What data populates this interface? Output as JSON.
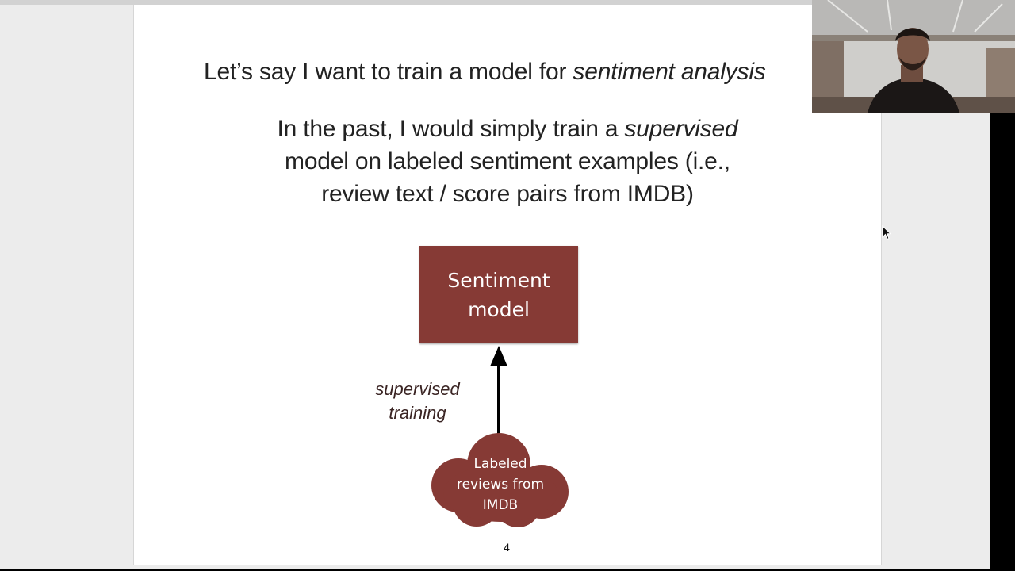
{
  "slide": {
    "intro_prefix": "Let’s say I want to train a model for ",
    "intro_emphasis": "sentiment analysis",
    "body": {
      "line1_prefix": "In the past, I would simply train a ",
      "line1_emphasis": "supervised",
      "line2": "model on labeled sentiment examples (i.e.,",
      "line3": "review text / score pairs from IMDB)"
    },
    "diagram": {
      "model_line1": "Sentiment",
      "model_line2": "model",
      "edge_label_line1": "supervised",
      "edge_label_line2": "training",
      "data_line1": "Labeled",
      "data_line2": "reviews from",
      "data_line3": "IMDB",
      "accent_color": "#863a35"
    },
    "page_number": "4"
  },
  "webcam": {
    "icon": "person-video-feed"
  },
  "cursor": {
    "icon": "mouse-pointer-icon"
  }
}
